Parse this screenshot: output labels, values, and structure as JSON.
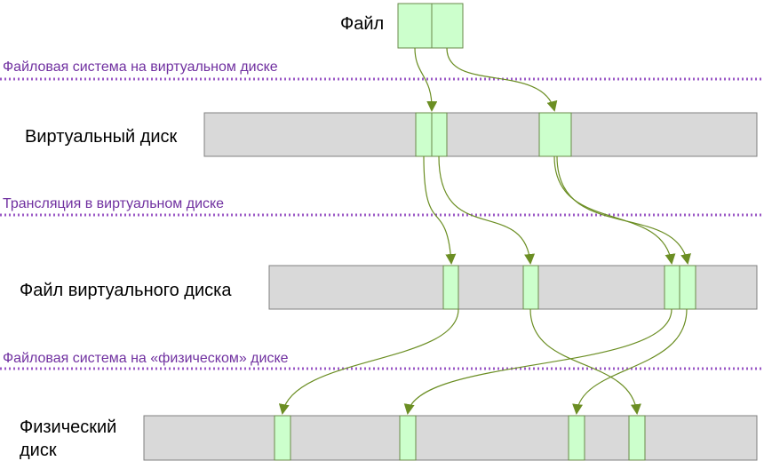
{
  "labels": {
    "file": "Файл",
    "virtual_disk": "Виртуальный диск",
    "virtual_disk_file": "Файл виртуального диска",
    "physical_disk_line1": "Физический",
    "physical_disk_line2": "диск"
  },
  "sections": {
    "fs_virtual": "Файловая система на виртуальном диске",
    "translation": "Трансляция в виртуальном диске",
    "fs_physical": "Файловая система на «физическом» диске"
  },
  "colors": {
    "section_text": "#7030a0",
    "separator": "#9b59c6",
    "disk_fill": "#d9d9d9",
    "block_fill": "#ccffcc",
    "arrow": "#6b8e23"
  }
}
